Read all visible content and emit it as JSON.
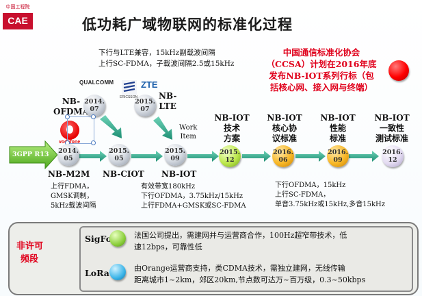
{
  "logo": {
    "text_top": "中国工程院",
    "text_main": "CAE"
  },
  "title": "低功耗广域物联网的标准化过程",
  "top_note": {
    "line1": "下行与LTE兼容，15kHz副载波间隔",
    "line2": "上行SC-FDMA，子载波间隔2.5或15kHz"
  },
  "ccsa_note": {
    "line1": "中国通信标准化协会",
    "line2": "（CCSA）计划在2016年底",
    "line3": "发布NB-IOT系列行标（包",
    "line4": "括核心网、接入网与终端）"
  },
  "brands": {
    "qualcomm": "QUALCOMM",
    "zte": "ZTE",
    "ericsson": "ERICSSON",
    "vodafone": "vodafone"
  },
  "labels": {
    "nb_ofdma": [
      "NB-",
      "OFDMA"
    ],
    "nb_lte": [
      "NB-",
      "LTE"
    ],
    "work_item": [
      "Work",
      "Item"
    ],
    "nb_iot_tech": [
      "NB-IOT",
      "技术",
      "方案"
    ],
    "nb_iot_core": [
      "NB-IOT",
      "核心协",
      "议标准"
    ],
    "nb_iot_perf": [
      "NB-IOT",
      "性能",
      "标准"
    ],
    "nb_iot_conf": [
      "NB-IOT",
      "一致性",
      "测试标准"
    ],
    "gpp": "3GPP R13",
    "nb_m2m": "NB-M2M",
    "nb_ciot": "NB-CIOT",
    "nb_iot": "NB-IOT"
  },
  "nodes": {
    "n2014_07": [
      "2014.",
      "07"
    ],
    "n2015_07": [
      "2015.",
      "07"
    ],
    "n2014_05": [
      "2014.",
      "05"
    ],
    "n2015_05": [
      "2015.",
      "05"
    ],
    "n2015_09": [
      "2015.",
      "09"
    ],
    "n2015_12": [
      "2015.",
      "12"
    ],
    "n2016_06": [
      "2016.",
      "06"
    ],
    "n2016_09": [
      "2016.",
      "09"
    ],
    "n2016_12": [
      "2016.",
      "12"
    ]
  },
  "notes": {
    "m2m": [
      "上行FDMA，",
      "GMSK调制，",
      "5kHz载波间隔"
    ],
    "iot": [
      "有效带宽180kHz",
      "下行OFDMA，3.75kHz/15kHz",
      "上行FDMA+GMSK或SC-FDMA"
    ],
    "std": [
      "下行OFDMA，15kHz",
      "上行SC-FDMA，",
      "单音3.75kHz或15kHz,多音15kHz"
    ]
  },
  "unlicensed": {
    "label_line1": "非许可",
    "label_line2": "频段"
  },
  "sigfox": {
    "name": "SigFox",
    "desc_line1": "法国公司提出，需建网并与运营商合作，100Hz超窄带技术，低",
    "desc_line2": "速12bps，可靠性低"
  },
  "lora": {
    "name": "LoRa",
    "desc_line1": "由Orange运营商支持，类CDMA技术，需独立建网，无线传输",
    "desc_line2": "距离城市1~2km，郊区20km,节点数可达万~百万级，0.3~50kbps"
  },
  "colors": {
    "accent_red": "#e0001b",
    "arrow_green": "#2ca58d",
    "node_green": "#bde84c",
    "node_orange": "#f8b828",
    "node_lavender": "#e4dcf2",
    "sigfox_ball": "#8ccf3c",
    "lora_ball": "#3ab4e8"
  }
}
